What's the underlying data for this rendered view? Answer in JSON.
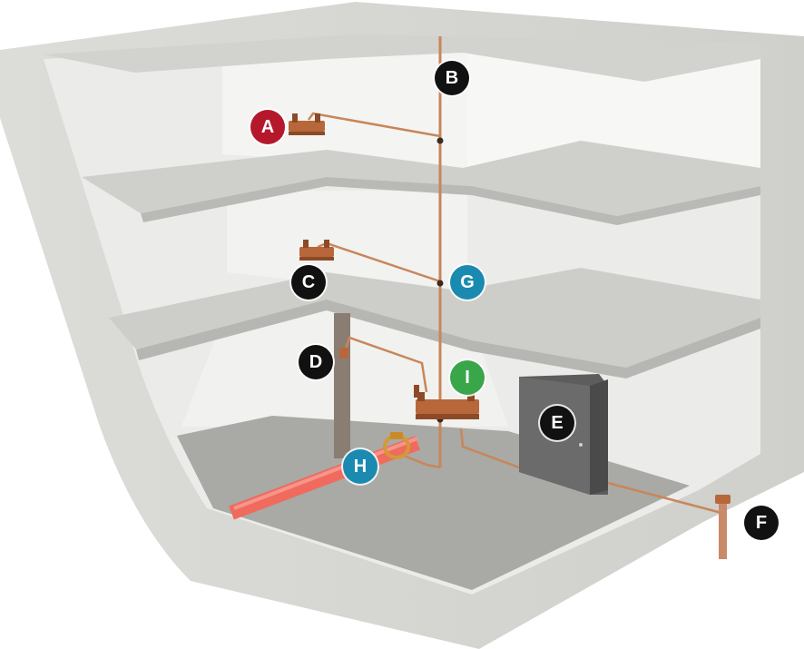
{
  "labels": {
    "A": "A",
    "B": "B",
    "C": "C",
    "D": "D",
    "E": "E",
    "F": "F",
    "G": "G",
    "H": "H",
    "I": "I"
  },
  "colors": {
    "black": "#111111",
    "red": "#b5182b",
    "blue": "#1a8ab0",
    "green": "#3aa64a",
    "copper": "#c8865a",
    "gas_pipe": "#f06a5e"
  }
}
